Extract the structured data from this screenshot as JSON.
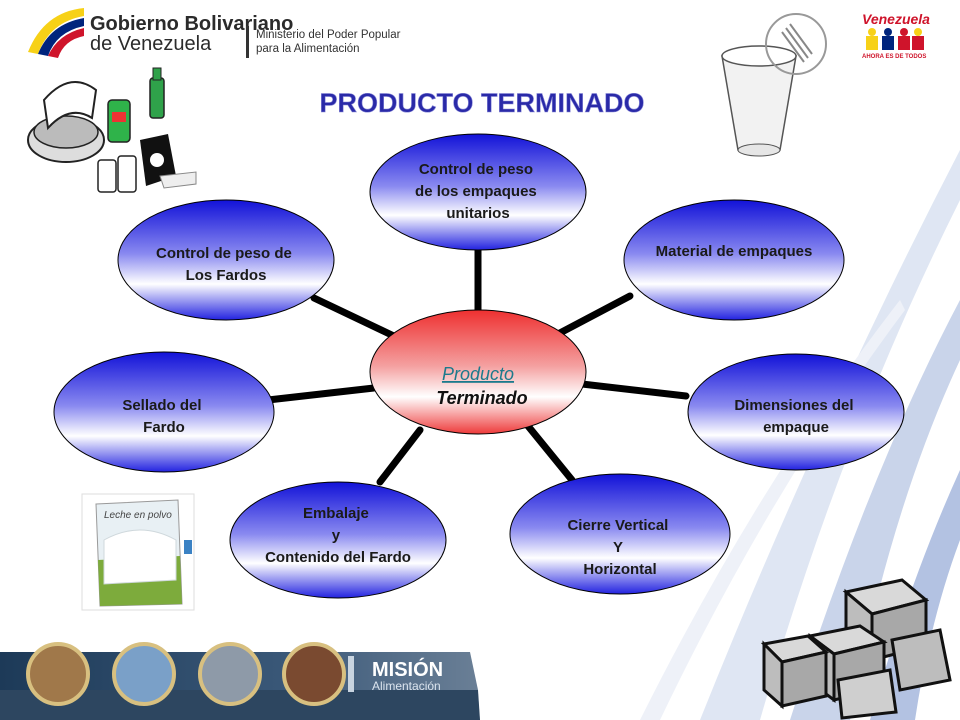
{
  "header": {
    "gov_line1": "Gobierno Bolivariano",
    "gov_line2": "de Venezuela",
    "ministry_line1": "Ministerio del Poder Popular",
    "ministry_line2": "para la Alimentación",
    "venezuela_logo_text": "Venezuela",
    "venezuela_logo_sub": "AHORA ES DE TODOS"
  },
  "title": "PRODUCTO TERMINADO",
  "center": {
    "line1": "Producto",
    "line2": "Terminado"
  },
  "nodes": {
    "top": [
      "Control de peso",
      "de los empaques",
      "unitarios"
    ],
    "upper_right": [
      "Material de empaques"
    ],
    "right": [
      "Dimensiones del",
      "empaque"
    ],
    "lower_right": [
      "Cierre Vertical",
      "Y",
      "Horizontal"
    ],
    "lower_left": [
      "Embalaje",
      "y",
      "Contenido del Fardo"
    ],
    "left": [
      "Sellado del",
      "Fardo"
    ],
    "upper_left": [
      "Control de peso de",
      "Los Fardos"
    ]
  },
  "milk_bag_text": "Leche en polvo",
  "footer": {
    "mision": "MISIÓN",
    "alimentacion": "Alimentación"
  },
  "colors": {
    "node_blue": "#1818e0",
    "center_red": "#f04040",
    "title_blue": "#2a2aa8",
    "footer_bar": "#2d4660",
    "venezuela_flag": [
      "#f7d117",
      "#00247d",
      "#cf142b"
    ]
  }
}
